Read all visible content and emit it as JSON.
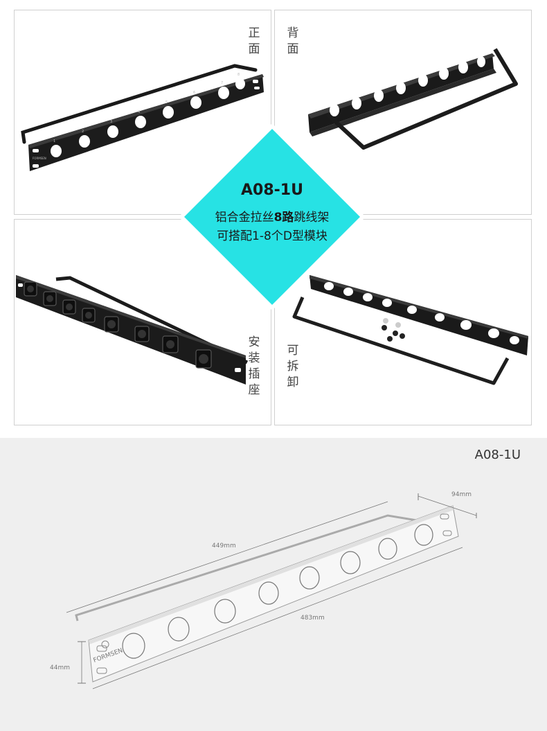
{
  "panels": {
    "front_label": [
      "正",
      "面"
    ],
    "back_label": [
      "背",
      "面"
    ],
    "install_label": [
      "安",
      "装",
      "插",
      "座"
    ],
    "removable_label": [
      "可",
      "拆",
      "卸"
    ]
  },
  "center": {
    "model": "A08-1U",
    "line1_pre": "铝合金拉丝",
    "line1_bold": "8路",
    "line1_post": "跳线架",
    "line2": "可搭配1-8个D型模块",
    "accent_color": "#27e2e4"
  },
  "dimensions": {
    "model": "A08-1U",
    "depth": "94mm",
    "bar_length": "449mm",
    "width": "483mm",
    "height": "44mm",
    "brand_plate": "FORMSEN"
  },
  "front_panel": {
    "port_numbers": [
      "1",
      "2",
      "3",
      "4",
      "5",
      "6",
      "7",
      "8"
    ],
    "brand": "FORMSEN"
  }
}
